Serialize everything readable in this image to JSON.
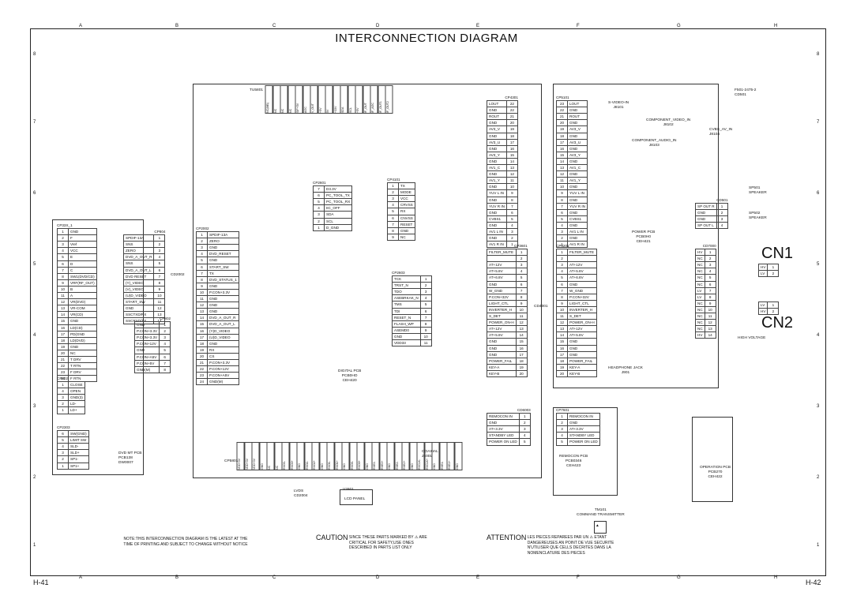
{
  "title": "INTERCONNECTION DIAGRAM",
  "page_left": "H-41",
  "page_right": "H-42",
  "zones_cols": [
    "A",
    "B",
    "C",
    "D",
    "E",
    "F",
    "G",
    "H"
  ],
  "zones_rows": [
    "8",
    "7",
    "6",
    "5",
    "4",
    "3",
    "2",
    "1"
  ],
  "big_labels": {
    "cn1": "CN1",
    "cn2": "CN2"
  },
  "notes": {
    "note": "NOTE:THIS INTERCONNECTION DIAGRAM IS THE LATEST AT THE TIME OF PRINTING AND SUBJECT TO CHANGE WITHOUT NOTICE",
    "caution_title": "CAUTION",
    "caution_body": "SINCE THESE PARTS MARKED BY ⚠ ARE CRITICAL FOR SAFETY,USE ONES DESCRIBED IN PARTS LIST ONLY",
    "attention_title": "ATTENTION",
    "attention_body": "LES PIECES REPAREES PAR UN ⚠ ETANT DANGEREUSES AN POINT DE VUE SECURITE N'UTILISER QUE CELLS DECRITES DANS LA NOMENCLATURE DES PIECES"
  },
  "pcbs": {
    "dvd_mt": [
      "DVD MT PCB",
      "PCB138",
      "DW0007"
    ],
    "digital": [
      "DIGITAL PCB",
      "PCB0HO",
      "CEH420"
    ],
    "power": [
      "POWER PCB",
      "PCB0H0",
      "CEH421"
    ],
    "remocon": [
      "REMOCON PCB",
      "PCB0346",
      "CEH423"
    ],
    "operation": [
      "OPERATION PCB",
      "PCB270",
      "CEH422"
    ],
    "lcd_panel": "LCD PANEL",
    "lvds": [
      "LVDS",
      "CD2004"
    ],
    "high_voltage": "HIGH VOLTAGE",
    "headphone": [
      "HEADPHONE JACK",
      "J901"
    ],
    "command_tx": [
      "TM101",
      "COMMAND TRANSMITTER"
    ],
    "coaxial": [
      "COAXIAL",
      "J4001"
    ],
    "svideo": [
      "S-VIDEO-IN",
      "J8101"
    ],
    "comp_video": [
      "COMPONENT_VIDEO_IN",
      "J8102"
    ],
    "comp_audio": [
      "COMPONENT_AUDIO_IN",
      "J8103"
    ],
    "cvbs_av": [
      "CVBS_AV_IN",
      "J8104"
    ],
    "speaker_r": [
      "SP501",
      "SPEAKER"
    ],
    "speaker_l": [
      "SP502",
      "SPEAKER"
    ],
    "dc_jack": [
      "F501-2475-2",
      "CD501"
    ],
    "tu": "TU5801"
  },
  "connectors": {
    "cp33": {
      "name": "CP33X_1",
      "pins": [
        [
          "1",
          "GND"
        ],
        [
          "2",
          "F"
        ],
        [
          "3",
          "Vref"
        ],
        [
          "4",
          "VCC"
        ],
        [
          "5",
          "E"
        ],
        [
          "6",
          "D"
        ],
        [
          "7",
          "C"
        ],
        [
          "8",
          "SW1(DVD/CD)"
        ],
        [
          "9",
          "VRF(RF_OUT)"
        ],
        [
          "10",
          "B"
        ],
        [
          "11",
          "A"
        ],
        [
          "12",
          "VR(DVD)"
        ],
        [
          "13",
          "VR-COM"
        ],
        [
          "14",
          "VR(CD)"
        ],
        [
          "15",
          "GND"
        ],
        [
          "16",
          "LD(CD)"
        ],
        [
          "17",
          "PD(GND"
        ],
        [
          "18",
          "LD(DVD)"
        ],
        [
          "19",
          "GND"
        ],
        [
          "20",
          "NC"
        ],
        [
          "21",
          "T DRV"
        ],
        [
          "22",
          "T RTN"
        ],
        [
          "23",
          "F DRV"
        ],
        [
          "24",
          "F RTN"
        ]
      ]
    },
    "cp802": {
      "name": "CP802",
      "pins": [
        [
          "1",
          "CLOSE"
        ],
        [
          "4",
          "OPEN"
        ],
        [
          "3",
          "GND(3)"
        ],
        [
          "2",
          "LD-"
        ],
        [
          "1",
          "LD+"
        ]
      ]
    },
    "cp803": {
      "name": "CP2303",
      "pins": [
        [
          "6",
          "SW(GND)"
        ],
        [
          "5",
          "LIMIT SW"
        ],
        [
          "4",
          "SLD-"
        ],
        [
          "3",
          "SLD+"
        ],
        [
          "2",
          "SP1-"
        ],
        [
          "1",
          "SP1+"
        ]
      ]
    },
    "cp804": {
      "name": "CP804",
      "pins": [
        [
          "1",
          "SPDIF-13A"
        ],
        [
          "2",
          "SNS"
        ],
        [
          "3",
          "ZERO"
        ],
        [
          "4",
          "DVD_A_OUT_R"
        ],
        [
          "5",
          "SNS"
        ],
        [
          "6",
          "DVD_A_OUT_L"
        ],
        [
          "7",
          "DVD RESET"
        ],
        [
          "8",
          "(Y)_VIDEO"
        ],
        [
          "9",
          "(V)_VIDEO"
        ],
        [
          "10",
          "(U)D_VIDEO"
        ],
        [
          "11",
          "START_SW"
        ],
        [
          "12",
          "GND"
        ],
        [
          "13",
          "SSCTXD/RX"
        ],
        [
          "14",
          "SSCRXD/TX"
        ]
      ]
    },
    "cp802b": {
      "name": "CP802",
      "pins": [
        [
          "1",
          "GND"
        ],
        [
          "2",
          "P.CON+3.3V"
        ],
        [
          "3",
          "P.CON+3.3V"
        ],
        [
          "4",
          "P.CON+12V"
        ],
        [
          "5",
          "GND"
        ],
        [
          "6",
          "P.CON+A5V"
        ],
        [
          "7",
          "P.CON+5V"
        ],
        [
          "8",
          "GND(M)"
        ]
      ]
    },
    "cp2002": {
      "name": "CP2002",
      "pins": [
        [
          "1",
          "SPDIF-13A"
        ],
        [
          "2",
          "ZERO"
        ],
        [
          "3",
          "GND"
        ],
        [
          "4",
          "DVD_RESET"
        ],
        [
          "5",
          "GND"
        ],
        [
          "6",
          "START_SW"
        ],
        [
          "7",
          "TX"
        ],
        [
          "8",
          "DVD_STATUS_1"
        ],
        [
          "9",
          "GND"
        ],
        [
          "10",
          "P.CON+3.3V"
        ],
        [
          "11",
          "GND"
        ],
        [
          "12",
          "GND"
        ],
        [
          "13",
          "GND"
        ],
        [
          "14",
          "DVD_A_OUT_R"
        ],
        [
          "15",
          "DVD_A_OUT_L"
        ],
        [
          "16",
          "(Y)D_VIDEO"
        ],
        [
          "17",
          "(U)D_VIDEO"
        ],
        [
          "18",
          "GND"
        ],
        [
          "19",
          "RX"
        ],
        [
          "20",
          "CS"
        ],
        [
          "21",
          "P.CON+3.3V"
        ],
        [
          "22",
          "P.CON+12V"
        ],
        [
          "23",
          "P.CON+A5V"
        ],
        [
          "24",
          "GND(M)"
        ]
      ]
    },
    "cp2601": {
      "name": "CP2601",
      "pins": [
        [
          "7",
          "D3.3V"
        ],
        [
          "6",
          "PC_TOOL_TX"
        ],
        [
          "5",
          "PC_TOOL_RX"
        ],
        [
          "4",
          "IIC_OFF"
        ],
        [
          "3",
          "SDA"
        ],
        [
          "2",
          "SCL"
        ],
        [
          "1",
          "D_GND"
        ]
      ]
    },
    "cp4101": {
      "name": "CP4101",
      "pins": [
        [
          "1",
          "TX"
        ],
        [
          "2",
          "MODE"
        ],
        [
          "3",
          "VCC"
        ],
        [
          "4",
          "CRVSS"
        ],
        [
          "5",
          "RX"
        ],
        [
          "6",
          "CNVSS"
        ],
        [
          "7",
          "RESET"
        ],
        [
          "8",
          "GND"
        ],
        [
          "9",
          "NC"
        ]
      ]
    },
    "cp4301": {
      "name": "CP4301",
      "pins": [
        [
          "22",
          "LOUT"
        ],
        [
          "22",
          "GND"
        ],
        [
          "21",
          "ROUT"
        ],
        [
          "20",
          "GND"
        ],
        [
          "19",
          "AV3_V"
        ],
        [
          "18",
          "GND"
        ],
        [
          "17",
          "AV3_U"
        ],
        [
          "16",
          "GND"
        ],
        [
          "15",
          "AV3_Y"
        ],
        [
          "14",
          "GND"
        ],
        [
          "13",
          "AV1_C"
        ],
        [
          "12",
          "GND"
        ],
        [
          "11",
          "AV1_Y"
        ],
        [
          "10",
          "GND"
        ],
        [
          "9",
          "YUV L IN"
        ],
        [
          "8",
          "GND"
        ],
        [
          "7",
          "YUV R IN"
        ],
        [
          "6",
          "GND"
        ],
        [
          "5",
          "CVBS1"
        ],
        [
          "4",
          "GND"
        ],
        [
          "3",
          "AV1 L IN"
        ],
        [
          "2",
          "GND"
        ],
        [
          "1",
          "AV1 R IN"
        ]
      ]
    },
    "cp4302": {
      "name": "CP2603",
      "pins": [
        [
          "1",
          "TCK"
        ],
        [
          "2",
          "TRST_N"
        ],
        [
          "3",
          "TDO"
        ],
        [
          "4",
          "ASEBRKAK_N"
        ],
        [
          "5",
          "TMS"
        ],
        [
          "6",
          "TDI"
        ],
        [
          "7",
          "RESET_N"
        ],
        [
          "8",
          "FLASH_WP"
        ],
        [
          "9",
          "ASEMD0"
        ],
        [
          "10",
          "GND"
        ],
        [
          "11",
          "VDD33"
        ]
      ]
    },
    "cp3601": {
      "name": "CP3601",
      "pins": [
        [
          "1",
          "FILTER_MUTE"
        ],
        [
          "2",
          ""
        ],
        [
          "3",
          "AT+12V"
        ],
        [
          "4",
          "AT+5.8V"
        ],
        [
          "5",
          "AT+6.8V"
        ],
        [
          "6",
          "GND"
        ],
        [
          "7",
          "W_GND"
        ],
        [
          "8",
          "P.CON+32V"
        ],
        [
          "9",
          "LIGHT_CTL"
        ],
        [
          "10",
          "INVERTER_H"
        ],
        [
          "11",
          "S_DET"
        ],
        [
          "12",
          "POWER_ON-H"
        ],
        [
          "13",
          "AT+12V"
        ],
        [
          "14",
          "AT+5.8V"
        ],
        [
          "15",
          "GND"
        ],
        [
          "16",
          "GND"
        ],
        [
          "17",
          "GND"
        ],
        [
          "18",
          "POWER_FAIL"
        ],
        [
          "19",
          "KEY-A"
        ],
        [
          "20",
          "KEY-B"
        ]
      ]
    },
    "cp5101": {
      "name": "CP5101",
      "pins": [
        [
          "23",
          "LOUT"
        ],
        [
          "22",
          "GND"
        ],
        [
          "21",
          "ROUT"
        ],
        [
          "20",
          "GND"
        ],
        [
          "19",
          "AV3_V"
        ],
        [
          "18",
          "GND"
        ],
        [
          "17",
          "AV3_U"
        ],
        [
          "16",
          "GND"
        ],
        [
          "15",
          "AV3_Y"
        ],
        [
          "14",
          "GND"
        ],
        [
          "13",
          "AV1_C"
        ],
        [
          "12",
          "GND"
        ],
        [
          "11",
          "AV1_Y"
        ],
        [
          "10",
          "GND"
        ],
        [
          "9",
          "YUV L IN"
        ],
        [
          "8",
          "GND"
        ],
        [
          "7",
          "YUV R IN"
        ],
        [
          "6",
          "GND"
        ],
        [
          "5",
          "CVBS1"
        ],
        [
          "4",
          "GND"
        ],
        [
          "3",
          "AV1 L IN"
        ],
        [
          "2",
          "GND"
        ],
        [
          "1",
          "AV1 R IN"
        ]
      ]
    },
    "cp5201": {
      "name": "CP5201",
      "pins": [
        [
          "1",
          "FILTER_MUTE"
        ],
        [
          "2",
          ""
        ],
        [
          "3",
          "AT+12V"
        ],
        [
          "4",
          "AT+5.8V"
        ],
        [
          "5",
          "AT+6.8V"
        ],
        [
          "6",
          "GND"
        ],
        [
          "7",
          "W_GND"
        ],
        [
          "8",
          "P.CON+32V"
        ],
        [
          "9",
          "LIGHT_CTL"
        ],
        [
          "10",
          "INVERTER_H"
        ],
        [
          "11",
          "S_DET"
        ],
        [
          "12",
          "POWER_ON-H"
        ],
        [
          "13",
          "AT+12V"
        ],
        [
          "14",
          "AT+5.8V"
        ],
        [
          "15",
          "GND"
        ],
        [
          "16",
          "GND"
        ],
        [
          "17",
          "GND"
        ],
        [
          "18",
          "POWER_FAIL"
        ],
        [
          "19",
          "KEY-A"
        ],
        [
          "20",
          "KEY-B"
        ]
      ]
    },
    "cp7001": {
      "name": "CD7000",
      "pins": [
        [
          "1",
          "HV"
        ],
        [
          "2",
          "NC"
        ],
        [
          "3",
          "NC"
        ],
        [
          "4",
          "NC"
        ],
        [
          "5",
          "NC"
        ],
        [
          "6",
          "NC"
        ],
        [
          "7",
          "LV"
        ],
        [
          "8",
          "LV"
        ],
        [
          "9",
          "NC"
        ],
        [
          "10",
          "NC"
        ],
        [
          "11",
          "NC"
        ],
        [
          "12",
          "NC"
        ],
        [
          "13",
          "NC"
        ],
        [
          "14",
          "HV"
        ]
      ]
    },
    "cd501": {
      "name": "CD501",
      "pins": [
        [
          "1",
          "SP OUT R"
        ],
        [
          "2",
          "GND"
        ],
        [
          "3",
          "GND"
        ],
        [
          "4",
          "SP OUT L"
        ]
      ]
    },
    "cn1": {
      "pins": [
        [
          "1",
          "HV"
        ],
        [
          "2",
          "LV"
        ]
      ]
    },
    "cn2": {
      "pins": [
        [
          "1",
          "LV"
        ],
        [
          "2",
          "HV"
        ]
      ]
    },
    "cd3203": {
      "name": "CD6003",
      "pins": [
        [
          "1",
          "REMOCON IN"
        ],
        [
          "2",
          "GND"
        ],
        [
          "3",
          "AT+3.3V"
        ],
        [
          "4",
          "STANDBY LED"
        ],
        [
          "5",
          "POWER ON LED"
        ]
      ]
    },
    "cp7601": {
      "name": "CP7601",
      "pins": [
        [
          "1",
          "REMOCON IN"
        ],
        [
          "2",
          "GND"
        ],
        [
          "3",
          "AT+3.3V"
        ],
        [
          "4",
          "STANDBY LED"
        ],
        [
          "5",
          "POWER ON LED"
        ]
      ]
    }
  },
  "tuner_pins": [
    "NC(MB)",
    "NC",
    "NC",
    "NC",
    "SIF+5V",
    "AGC",
    "V_OUT",
    "+5V",
    "5V",
    "+33V",
    "SDA",
    "SCL",
    "+5V",
    "IF_OUT",
    "IF_AGC",
    "IF_OUT1",
    "IF_OUT2"
  ],
  "lvds_pins": [
    "VDD+3V",
    "VDD+3V",
    "VDD+3V",
    "GND",
    "NC",
    "NC",
    "RXO3-",
    "RXO3+",
    "GND",
    "RXO2-",
    "RXO2+",
    "GND",
    "RXO1-",
    "RXO1+",
    "GND",
    "RXO0-",
    "RXO0+",
    "GND",
    "RXE3-",
    "RXE3+",
    "GND",
    "RXE2-",
    "RXE2+",
    "GND",
    "RXCLK-",
    "RXCLK+",
    "GND",
    "RXE1-",
    "RXE1+",
    "GND"
  ],
  "small_labels": {
    "cd2002": "CD2002",
    "cd4001": "CD4001",
    "v2601": "V2601",
    "cd5301": "CD5301",
    "cp5801": "CP5801"
  }
}
